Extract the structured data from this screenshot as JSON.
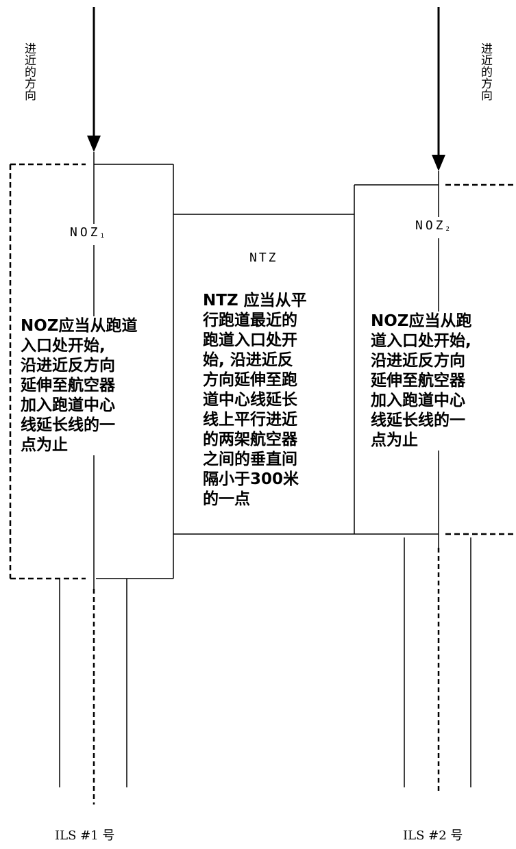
{
  "approach_direction_label": "进近的方向",
  "noz1": {
    "label": "NOZ",
    "subscript": "1",
    "description": "NOZ应当从跑道\n入口处开始,\n沿进近反方向\n延伸至航空器\n加入跑道中心\n线延长线的一\n点为止"
  },
  "noz2": {
    "label": "NOZ",
    "subscript": "2",
    "description": "NOZ应当从跑\n道入口处开始,\n沿进近反方向\n延伸至航空器\n加入跑道中心\n线延长线的一\n点为止"
  },
  "ntz": {
    "title": "NTZ",
    "description": "NTZ 应当从平\n行跑道最近的\n跑道入口处开\n始, 沿进近反\n方向延伸至跑\n道中心线延长\n线上平行进近\n的两架航空器\n之间的垂直间\n隔小于300米\n的一点"
  },
  "ils1_label": "ILS #1 号",
  "ils2_label": "ILS #2 号"
}
